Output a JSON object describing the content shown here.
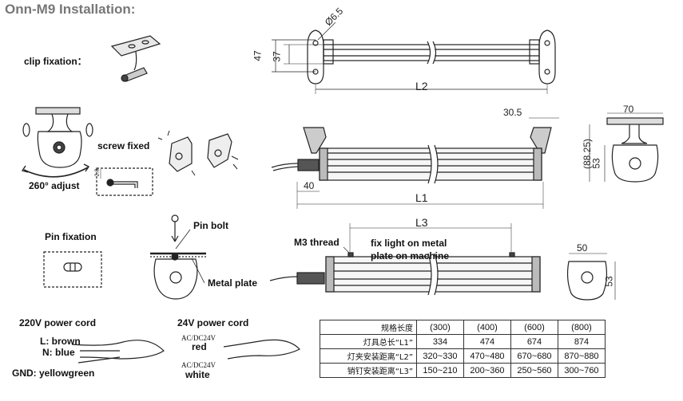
{
  "title": "Onn-M9 Installation:",
  "labels": {
    "clip": "clip fixation：",
    "screw": "screw fixed",
    "adjust": "260° adjust",
    "pin_fix": "Pin fixation",
    "pin_bolt": "Pin bolt",
    "metal_plate": "Metal plate",
    "m3": "M3 thread",
    "fix_light": "fix light on metal",
    "plate_machine": "plate on machine",
    "p220": "220V power cord",
    "brown": "L: brown",
    "blue": "N: blue",
    "gnd": "GND: yellowgreen",
    "p24": "24V power cord",
    "ac1": "AC/DC24V",
    "red": "red",
    "ac2": "AC/DC24V",
    "white": "white"
  },
  "dims": {
    "d65": "Ø6.5",
    "h47": "47",
    "h37": "37",
    "L2": "L2",
    "d305": "30.5",
    "d70": "70",
    "d8825": "(88.25)",
    "d53a": "53",
    "d40": "40",
    "L1": "L1",
    "L3": "L3",
    "d50": "50",
    "d53b": "53",
    "d28": "2.8"
  },
  "table": {
    "headers": [
      "规格长度",
      "(300)",
      "(400)",
      "(600)",
      "(800)"
    ],
    "rows": [
      [
        "灯具总长“L1”",
        "334",
        "474",
        "674",
        "874"
      ],
      [
        "灯夹安装距离“L2”",
        "320~330",
        "470~480",
        "670~680",
        "870~880"
      ],
      [
        "销钉安装距离“L3”",
        "150~210",
        "200~360",
        "250~560",
        "300~760"
      ]
    ]
  }
}
